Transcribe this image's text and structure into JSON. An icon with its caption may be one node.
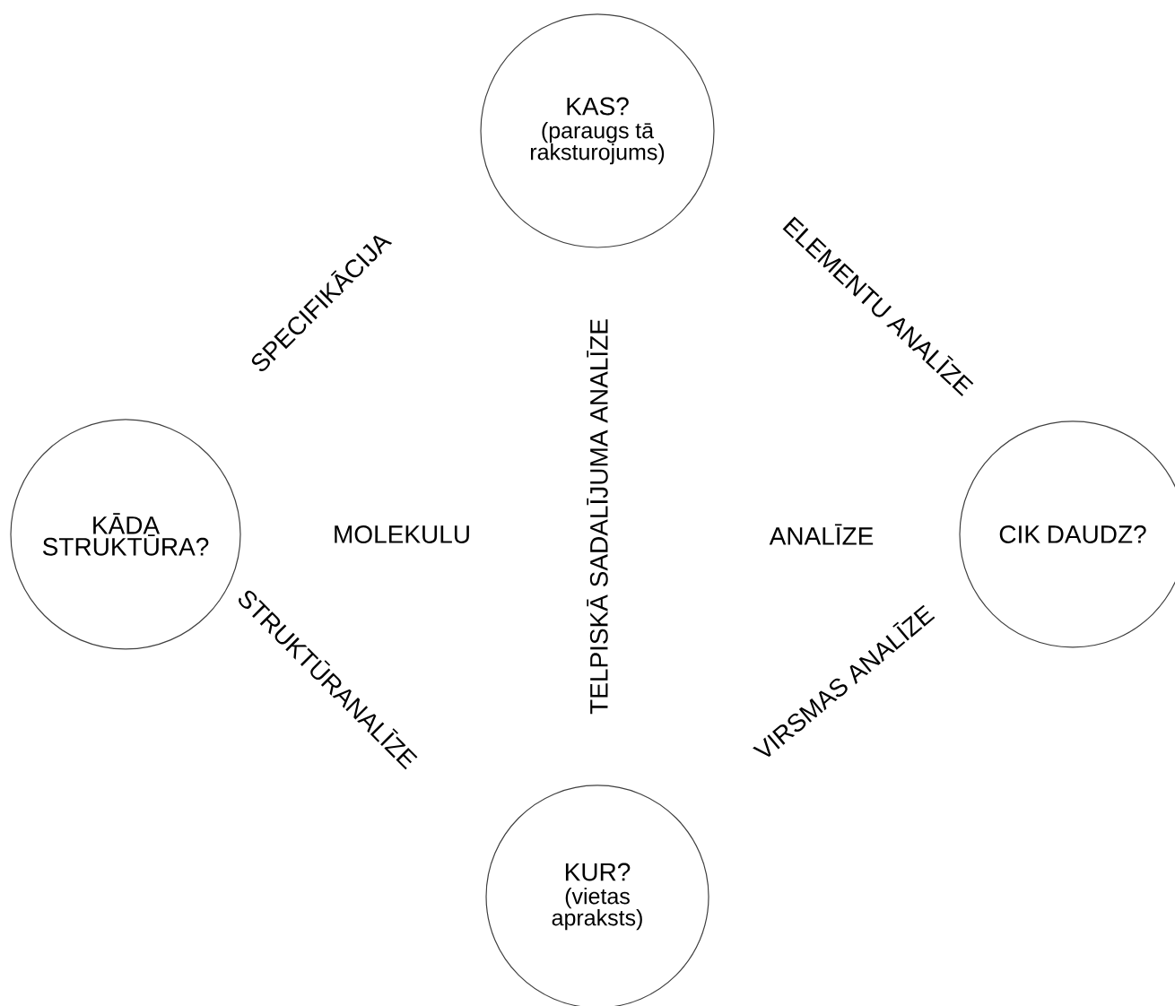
{
  "diagram": {
    "nodes": [
      {
        "text": [
          "KAS?",
          "(paraugs tā raksturojums)"
        ]
      },
      {
        "text": [
          "KĀDA STRUKTŪRA?"
        ]
      },
      {
        "text": [
          "CIK DAUDZ?"
        ]
      },
      {
        "text": [
          "KUR?",
          "(vietas apraksts)"
        ]
      }
    ],
    "labels": [
      "SPECIFIKĀCIJA",
      "ELEMENTU ANALĪZE",
      "TELPISKĀ SADALĪJUMA ANALĪZE",
      "MOLEKULU",
      "ANALĪZE",
      "STRUKTŪRANALĪZE",
      "VIRSMAS ANALĪZE"
    ]
  }
}
